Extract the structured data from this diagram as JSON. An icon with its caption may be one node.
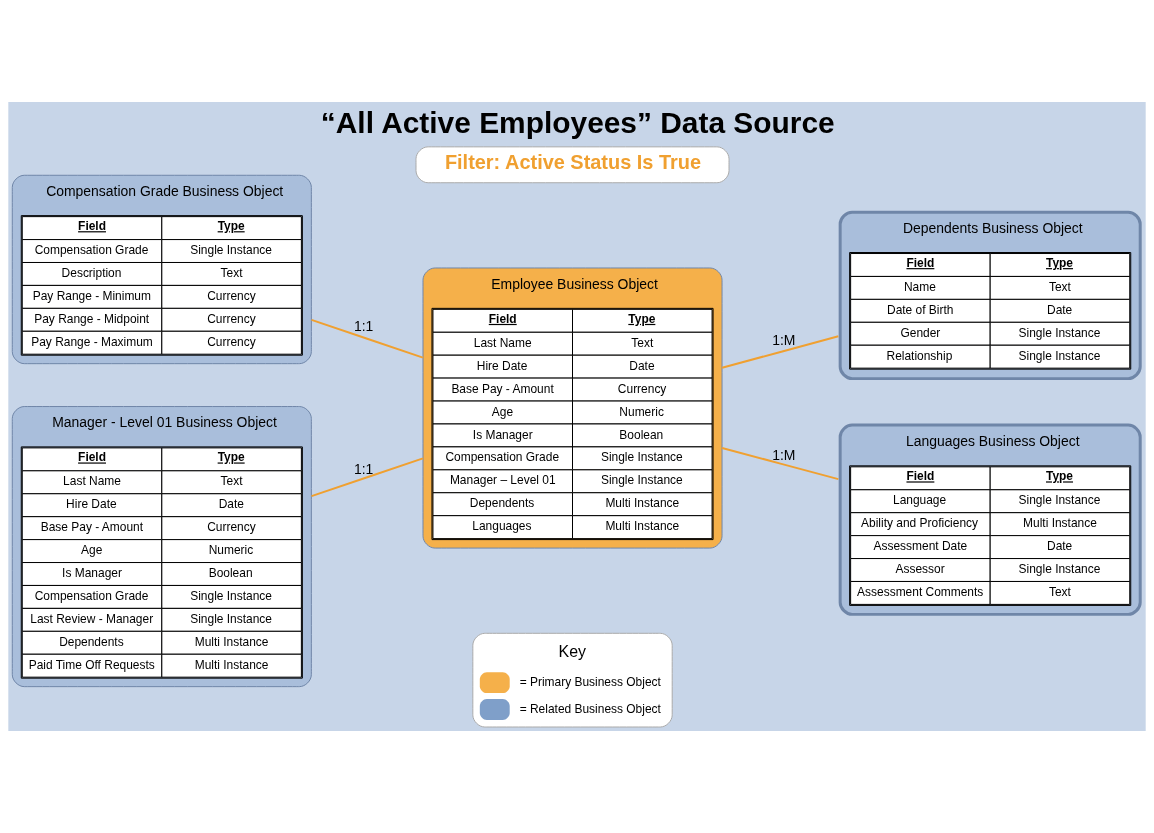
{
  "diagram": {
    "title": "“All Active Employees” Data Source",
    "nodes": [
      {
        "text": [
          "Filter: Active Status Is True"
        ]
      },
      {
        "text": [
          "Compensation Grade Business Object",
          "Field",
          "Type",
          "Compensation Grade",
          "Single Instance",
          "Description",
          "Text",
          "Pay Range - Minimum",
          "Currency",
          "Pay Range - Midpoint",
          "Currency",
          "Pay Range - Maximum",
          "Currency"
        ]
      },
      {
        "text": [
          "Dependents Business Object",
          "Field",
          "Type",
          "Name",
          "Text",
          "Date of Birth",
          "Date",
          "Gender",
          "Single Instance",
          "Relationship",
          "Single Instance"
        ]
      },
      {
        "text": [
          "Employee Business Object",
          "Field",
          "Type",
          "Last Name",
          "Text",
          "Hire Date",
          "Date",
          "Base Pay - Amount",
          "Currency",
          "Age",
          "Numeric",
          "Is Manager",
          "Boolean",
          "Compensation Grade",
          "Single Instance",
          "Manager – Level 01",
          "Single Instance",
          "Dependents",
          "Multi Instance",
          "Languages",
          "Multi Instance"
        ]
      },
      {
        "text": [
          "Manager - Level 01 Business Object",
          "Field",
          "Type",
          "Last Name",
          "Text",
          "Hire Date",
          "Date",
          "Base Pay - Amount",
          "Currency",
          "Age",
          "Numeric",
          "Is Manager",
          "Boolean",
          "Compensation Grade",
          "Single Instance",
          "Last Review - Manager",
          "Single Instance",
          "Dependents",
          "Multi Instance",
          "Paid Time Off Requests",
          "Multi Instance"
        ]
      },
      {
        "text": [
          "Languages Business Object",
          "Field",
          "Type",
          "Language",
          "Single Instance",
          "Ability and Proficiency",
          "Multi Instance",
          "Assessment Date",
          "Date",
          "Assessor",
          "Single Instance",
          "Assessment Comments",
          "Text"
        ]
      }
    ],
    "edges": [
      {
        "from": 1,
        "to": 3,
        "arrow": "none",
        "label": "1:1"
      },
      {
        "from": 3,
        "to": 2,
        "arrow": "none",
        "label": "1:M"
      },
      {
        "from": 4,
        "to": 3,
        "arrow": "none",
        "label": "1:1"
      },
      {
        "from": 3,
        "to": 5,
        "arrow": "none",
        "label": "1:M"
      }
    ],
    "labels": [
      "Key"
    ],
    "legend": [
      {
        "text": "= Primary Business Object",
        "color": "#f5b04a"
      },
      {
        "text": "= Related Business Object",
        "color": "#7f9fc9"
      }
    ]
  }
}
